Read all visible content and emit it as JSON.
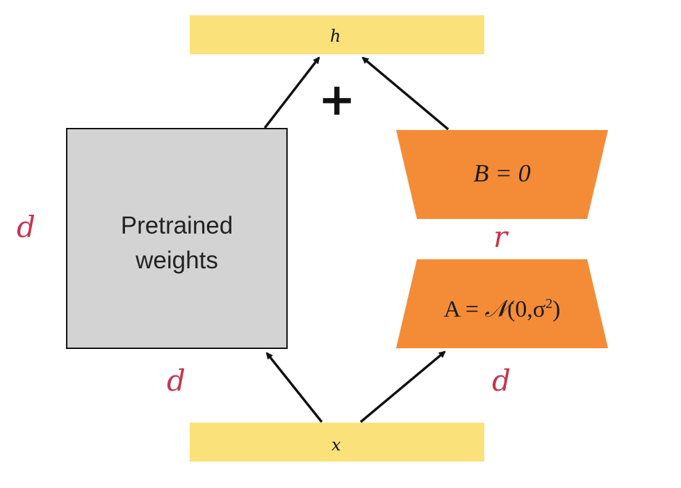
{
  "diagram": {
    "top_bar_label": "h",
    "bottom_bar_label": "x",
    "plus_sign": "+",
    "pretrained_label_line1": "Pretrained",
    "pretrained_label_line2": "weights",
    "b_matrix_label": "B = 0",
    "a_matrix_label_prefix": "A = ",
    "a_matrix_label_calN": "𝒩",
    "a_matrix_label_args": "(0,σ",
    "a_matrix_label_sup": "2",
    "a_matrix_label_close": ")",
    "dim_left": "d",
    "dim_bottom_left": "d",
    "dim_bottom_right": "d",
    "dim_rank": "r"
  },
  "colors": {
    "io_bar": "#fbe17a",
    "pretrained_fill": "#d3d3d3",
    "lora_fill": "#f48c37",
    "dimension_text": "#c8334f",
    "arrow": "#111111"
  }
}
